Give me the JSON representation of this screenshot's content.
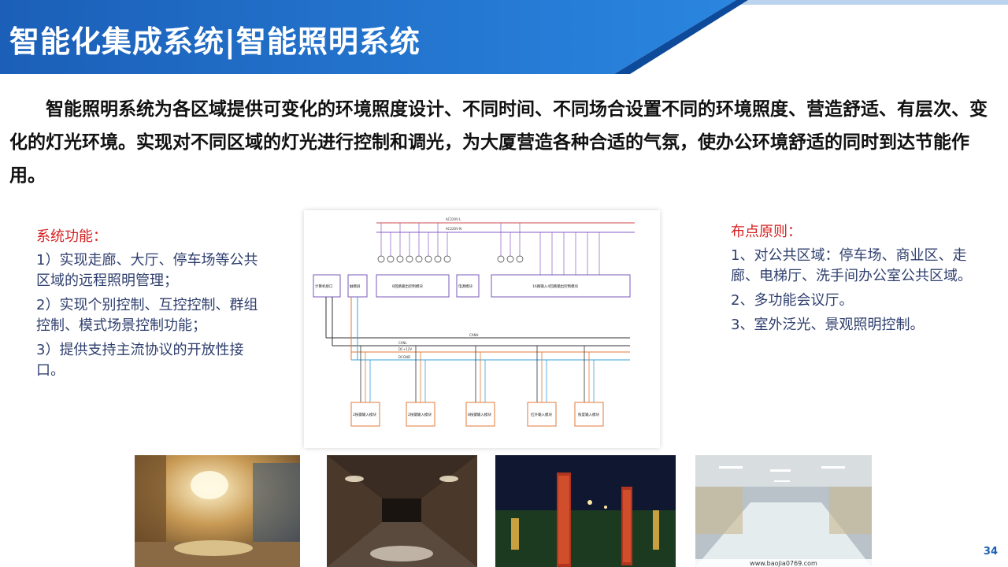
{
  "header": {
    "title": "智能化集成系统|智能照明系统"
  },
  "intro": {
    "text": "智能照明系统为各区域提供可变化的环境照度设计、不同时间、不同场合设置不同的环境照度、营造舒适、有层次、变化的灯光环境。实现对不同区域的灯光进行控制和调光，为大厦营造各种合适的气氛，使办公环境舒适的同时到达节能作用。"
  },
  "functions": {
    "heading": "系统功能：",
    "items": [
      "1）实现走廊、大厅、停车场等公共区域的远程照明管理；",
      "2）实现个别控制、互控控制、群组控制、模式场景控制功能；",
      "3）提供支持主流协议的开放性接口。"
    ]
  },
  "principles": {
    "heading": "布点原则：",
    "items": [
      "1、对公共区域：停车场、商业区、走廊、电梯厅、洗手间办公室公共区域。",
      "2、多功能会议厅。",
      "3、室外泛光、景观照明控制。"
    ]
  },
  "diagram": {
    "top_modules": [
      "计算机接口",
      "触摸屏",
      "8回路输出控制模块",
      "电源模块",
      "16路输入4回路输出控制模块"
    ],
    "bottom_modules": [
      "2按键输入模块",
      "2按键输入模块",
      "8按键输入模块",
      "红外输入模块",
      "照度输入模块"
    ],
    "bus_labels": [
      "AC220V L",
      "AC220V N",
      "CANH",
      "CANL",
      "DC+12V",
      "DCGND"
    ]
  },
  "photos": [
    "hotel-lobby-chandelier",
    "corridor-wall-lights",
    "landscape-lamp-posts",
    "parking-garage"
  ],
  "watermark": "www.baojia0769.com",
  "page_number": "34",
  "colors": {
    "header_blue": "#1f6fc8",
    "header_dark": "#0d3f86",
    "heading_red": "#d62020",
    "body_blue": "#2f3f6e"
  }
}
